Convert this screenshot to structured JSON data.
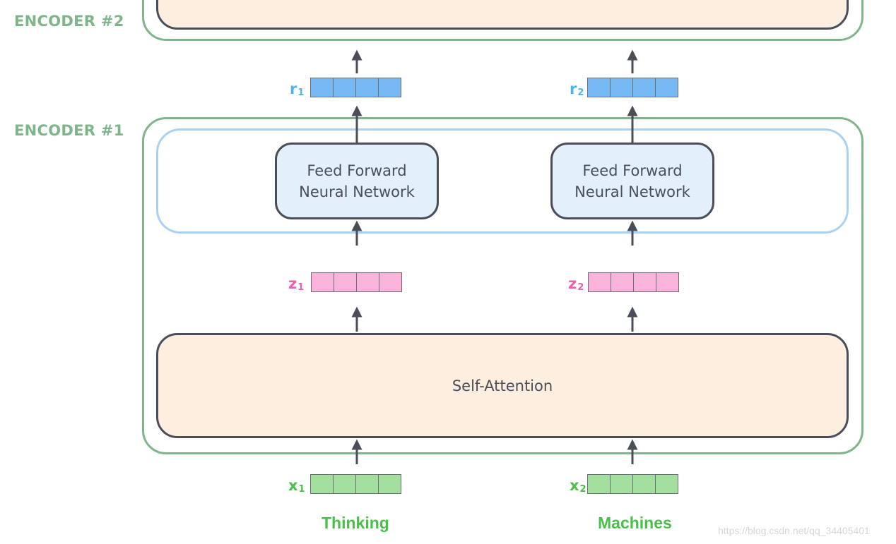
{
  "encoders": {
    "top_label": "ENCODER #2",
    "bottom_label": "ENCODER #1"
  },
  "blocks": {
    "self_attention": "Self-Attention",
    "ffn_line1": "Feed Forward",
    "ffn_line2": "Neural Network"
  },
  "vectors": {
    "r": {
      "letter": "r",
      "color": "#49b6e6",
      "fill": "#76b9f5",
      "subs": [
        "1",
        "2"
      ]
    },
    "z": {
      "letter": "z",
      "color": "#ee5eaa",
      "fill": "#fab3db",
      "subs": [
        "1",
        "2"
      ]
    },
    "x": {
      "letter": "x",
      "color": "#48c048",
      "fill": "#a3df9d",
      "subs": [
        "1",
        "2"
      ]
    }
  },
  "words": [
    "Thinking",
    "Machines"
  ],
  "watermark": "https://blog.csdn.net/qq_34405401",
  "colors": {
    "encoder_border": "#7fb58b",
    "self_attention_fill": "#fdeee0",
    "ffn_fill": "#e2f0fc",
    "ffn_group_border": "#a9d1f2",
    "arrow": "#4a4e58"
  }
}
